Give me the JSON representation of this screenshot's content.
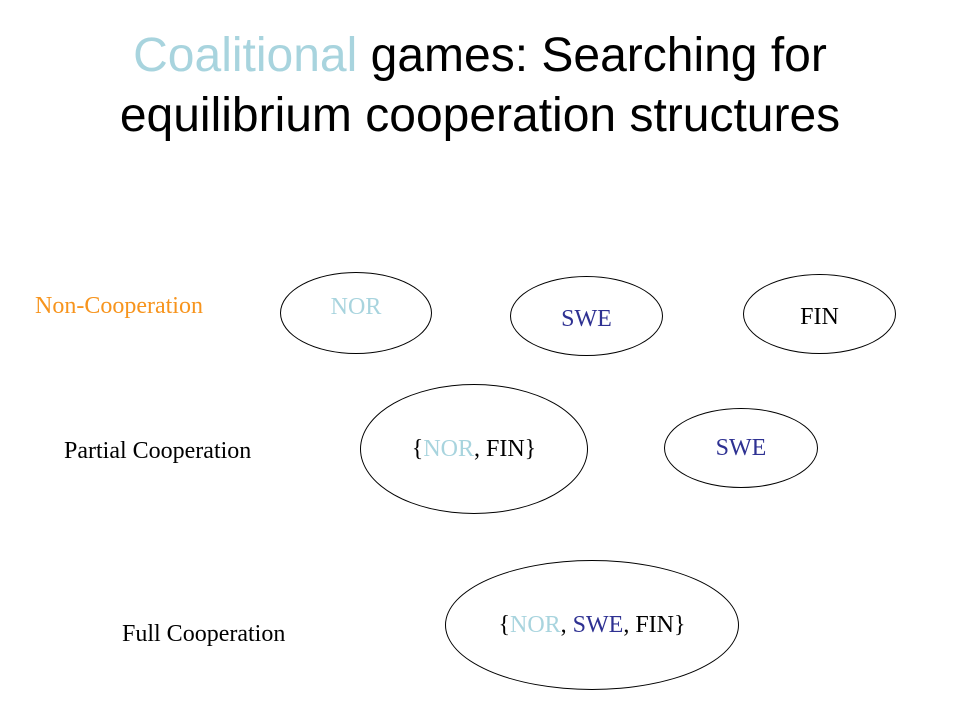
{
  "title": {
    "highlight": "Coalitional",
    "line1_rest": " games: Searching for",
    "line2": "equilibrium cooperation structures"
  },
  "colors": {
    "title_highlight": "#a8d4de",
    "nor": "#a8d4de",
    "swe": "#2e3192",
    "fin": "#000000",
    "non_cooperation_label": "#f7941d"
  },
  "rows": {
    "non_cooperation": {
      "label": "Non-Cooperation",
      "nor": "NOR",
      "swe": "SWE",
      "fin": "FIN"
    },
    "partial_cooperation": {
      "label": "Partial Cooperation",
      "coalition": {
        "open": "{",
        "nor": "NOR",
        "sep": ", ",
        "fin": "FIN",
        "close": "}"
      },
      "swe": "SWE"
    },
    "full_cooperation": {
      "label": "Full Cooperation",
      "coalition": {
        "open": "{",
        "nor": "NOR",
        "sep1": ", ",
        "swe": "SWE",
        "sep2": ", ",
        "fin": "FIN",
        "close": "}"
      }
    }
  }
}
